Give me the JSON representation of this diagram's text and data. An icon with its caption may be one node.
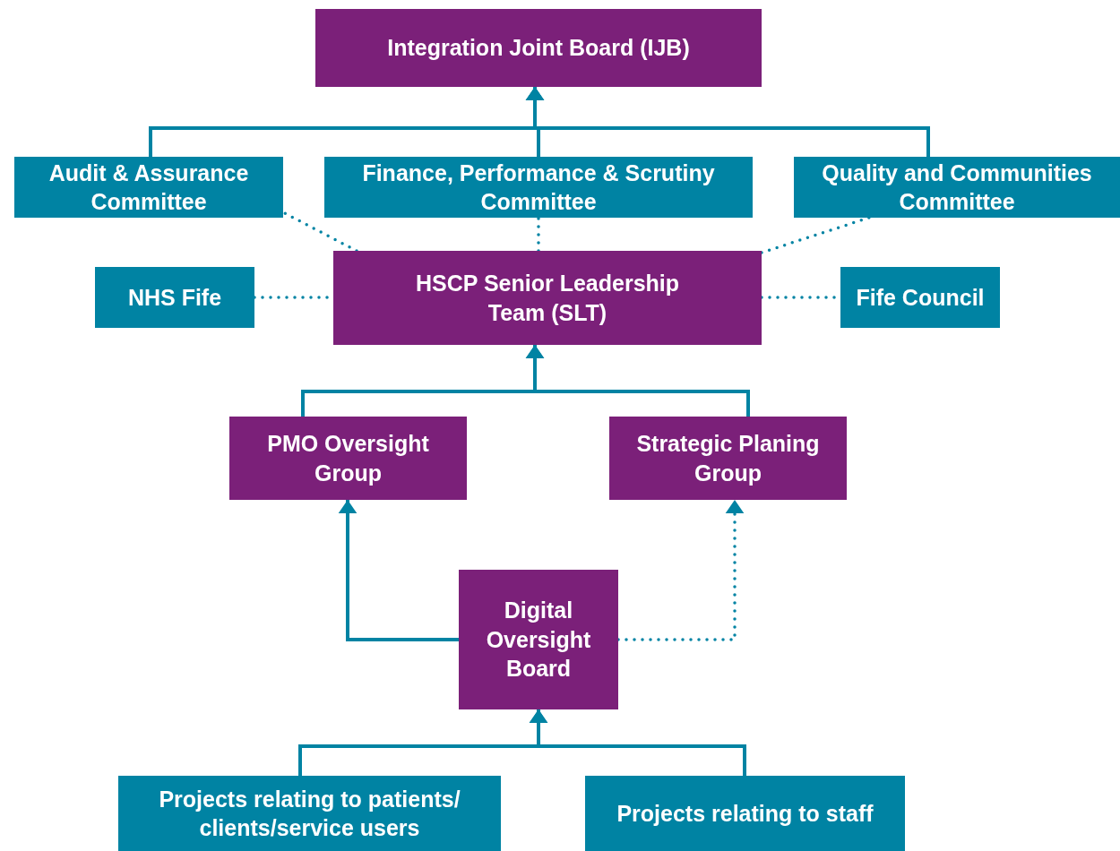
{
  "diagram": {
    "nodes": [
      {
        "text": [
          "Integration Joint Board (IJB)"
        ]
      },
      {
        "text": [
          "Audit & Assurance Committee"
        ]
      },
      {
        "text": [
          "Finance, Performance & Scrutiny Committee"
        ]
      },
      {
        "text": [
          "Quality and Communities Committee"
        ]
      },
      {
        "text": [
          "NHS Fife"
        ]
      },
      {
        "text": [
          "HSCP Senior Leadership Team (SLT)"
        ]
      },
      {
        "text": [
          "Fife Council"
        ]
      },
      {
        "text": [
          "PMO Oversight Group"
        ]
      },
      {
        "text": [
          "Strategic Planing Group"
        ]
      },
      {
        "text": [
          "Digital Oversight Board"
        ]
      },
      {
        "text": [
          "Projects relating to patients/ clients/service users"
        ]
      },
      {
        "text": [
          "Projects relating to staff"
        ]
      }
    ],
    "edges": [
      {
        "from": 1,
        "to": 0,
        "arrow": "to"
      },
      {
        "from": 2,
        "to": 0,
        "arrow": "to"
      },
      {
        "from": 3,
        "to": 0,
        "arrow": "to"
      },
      {
        "from": 5,
        "to": 1,
        "arrow": "none",
        "style": "dashed"
      },
      {
        "from": 5,
        "to": 2,
        "arrow": "none",
        "style": "dashed"
      },
      {
        "from": 5,
        "to": 3,
        "arrow": "none",
        "style": "dashed"
      },
      {
        "from": 4,
        "to": 5,
        "arrow": "none",
        "style": "dashed"
      },
      {
        "from": 5,
        "to": 6,
        "arrow": "none",
        "style": "dashed"
      },
      {
        "from": 7,
        "to": 5,
        "arrow": "to"
      },
      {
        "from": 8,
        "to": 5,
        "arrow": "to"
      },
      {
        "from": 9,
        "to": 7,
        "arrow": "to"
      },
      {
        "from": 9,
        "to": 8,
        "arrow": "to",
        "style": "dashed"
      },
      {
        "from": 10,
        "to": 9,
        "arrow": "to"
      },
      {
        "from": 11,
        "to": 9,
        "arrow": "to"
      }
    ]
  }
}
